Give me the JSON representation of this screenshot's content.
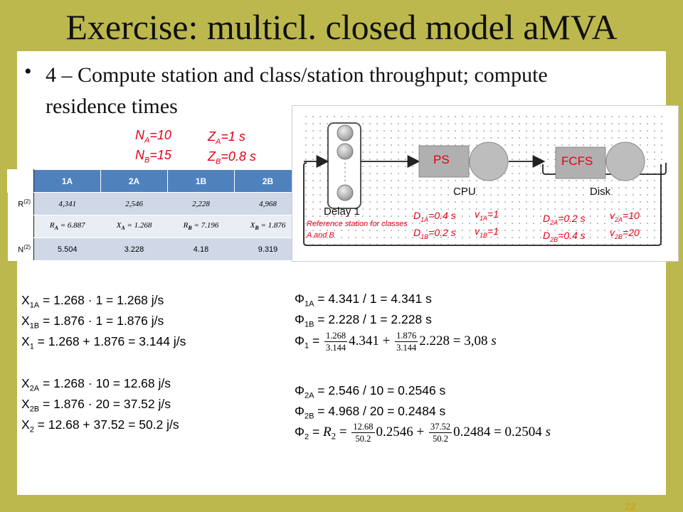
{
  "title": "Exercise: multicl. closed model aMVA",
  "bullet": {
    "symbol": "•",
    "text": "4 – Compute station and class/station throughput; compute residence times"
  },
  "params": {
    "NA": {
      "sym": "N",
      "sub": "A",
      "val": "=10"
    },
    "NB": {
      "sym": "N",
      "sub": "B",
      "val": "=15"
    },
    "ZA": {
      "sym": "Z",
      "sub": "A",
      "val": "=1 s"
    },
    "ZB": {
      "sym": "Z",
      "sub": "B",
      "val": "=0.8 s"
    }
  },
  "table": {
    "headers": [
      "1A",
      "2A",
      "1B",
      "2B"
    ],
    "r_label": "R",
    "r_sup": "(2)",
    "r_values": [
      "4,341",
      "2,546",
      "2,228",
      "4,968"
    ],
    "x_values": [
      {
        "sym": "R",
        "sub": "A",
        "val": " = 6.887"
      },
      {
        "sym": "X",
        "sub": "A",
        "val": " = 1.268"
      },
      {
        "sym": "R",
        "sub": "B",
        "val": " = 7.196"
      },
      {
        "sym": "X",
        "sub": "B",
        "val": " = 1.876"
      }
    ],
    "n_label": "N",
    "n_sup": "(2)",
    "n_values": [
      "5.504",
      "3.228",
      "4.18",
      "9.319"
    ]
  },
  "diagram": {
    "delay_label": "Delay 1",
    "ref_note": "Reference station for classes A and B",
    "ps_label": "PS",
    "cpu_label": "CPU",
    "fcfs_label": "FCFS",
    "disk_label": "Disk",
    "d1a": {
      "sym": "D",
      "sub": "1A",
      "val": "=0.4 s"
    },
    "d1b": {
      "sym": "D",
      "sub": "1B",
      "val": "=0.2 s"
    },
    "v1a": {
      "sym": "v",
      "sub": "1A",
      "val": "=1"
    },
    "v1b": {
      "sym": "v",
      "sub": "1B",
      "val": "=1"
    },
    "d2a": {
      "sym": "D",
      "sub": "2A",
      "val": "=0.2 s"
    },
    "d2b": {
      "sym": "D",
      "sub": "2B",
      "val": "=0.4 s"
    },
    "v2a": {
      "sym": "v",
      "sub": "2A",
      "val": "=10"
    },
    "v2b": {
      "sym": "v",
      "sub": "2B",
      "val": "=20"
    }
  },
  "left_eqs": {
    "x1a": {
      "sym": "X",
      "sub": "1A",
      "val": " = 1.268 · 1 = 1.268  j/s"
    },
    "x1b": {
      "sym": "X",
      "sub": "1B",
      "val": " = 1.876 · 1 = 1.876  j/s"
    },
    "x1": {
      "sym": "X",
      "sub": "1",
      "val": " = 1.268 + 1.876 = 3.144  j/s"
    },
    "x2a": {
      "sym": "X",
      "sub": "2A",
      "val": " = 1.268 · 10 = 12.68  j/s"
    },
    "x2b": {
      "sym": "X",
      "sub": "2B",
      "val": " = 1.876 · 20 = 37.52  j/s"
    },
    "x2": {
      "sym": "X",
      "sub": "2",
      "val": " = 12.68 + 37.52 = 50.2  j/s"
    }
  },
  "right_eqs": {
    "phi1a": {
      "sym": "Φ",
      "sub": "1A",
      "val": " = 4.341 / 1 = 4.341  s"
    },
    "phi1b": {
      "sym": "Φ",
      "sub": "1B",
      "val": " = 2.228 / 1 = 2.228  s"
    },
    "phi1": {
      "sym": "Φ",
      "sub": "1",
      "eq": " = ",
      "f1n": "1.268",
      "f1d": "3.144",
      "t1": "4.341 + ",
      "f2n": "1.876",
      "f2d": "3.144",
      "t2": "2.228 = 3,08 ",
      "unit": "s"
    },
    "phi2a": {
      "sym": "Φ",
      "sub": "2A",
      "val": " = 2.546 / 10 = 0.2546  s"
    },
    "phi2b": {
      "sym": "Φ",
      "sub": "2B",
      "val": " = 4.968 / 20 = 0.2484  s"
    },
    "phi2": {
      "sym": "Φ",
      "sub": "2",
      "eq": " = ",
      "r": "R",
      "rsub": "2",
      "eq2": " = ",
      "f1n": "12.68",
      "f1d": "50.2",
      "t1": "0.2546 + ",
      "f2n": "37.52",
      "f2d": "50.2",
      "t2": "0.2484 = 0.2504 ",
      "unit": "s"
    }
  },
  "page_number": "22"
}
